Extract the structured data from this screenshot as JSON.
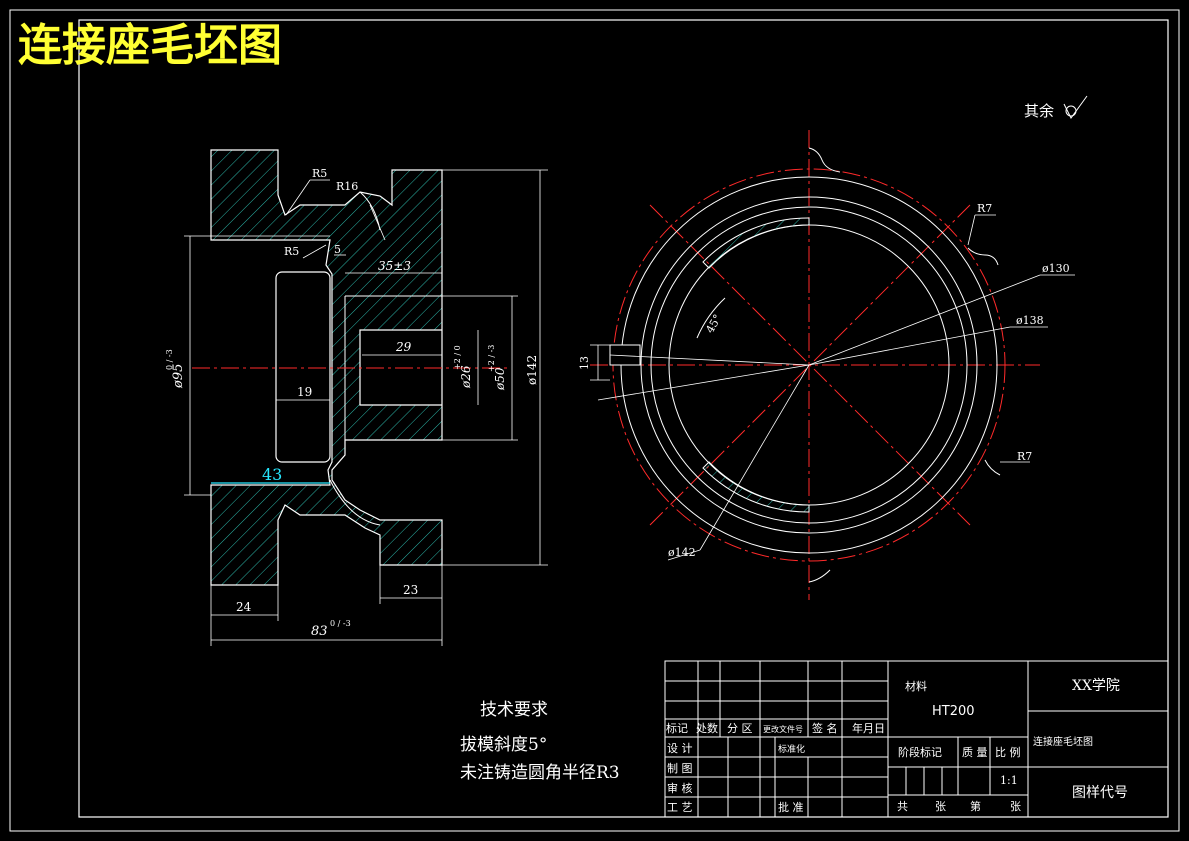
{
  "title": "连接座毛坯图",
  "surface_note": "其余",
  "section_view": {
    "r5_top": "R5",
    "r16": "R16",
    "r5_mid": "R5",
    "dim_5": "5",
    "dim_35": "35±3",
    "dim_29": "29",
    "dim_19": "19",
    "dim_43": "43",
    "dim_24": "24",
    "dim_23": "23",
    "dim_83": "83",
    "dim_83_tol": "0 / -3",
    "dim_95": "ø95",
    "dim_95_tol": "0 / -3",
    "dim_26": "ø26",
    "dim_26_tol": "+2 / 0",
    "dim_50": "ø50",
    "dim_50_tol": "+2 / -3",
    "dim_142": "ø142"
  },
  "plan_view": {
    "r7_top": "R7",
    "r7_bottom": "R7",
    "d130": "ø130",
    "d138": "ø138",
    "d142": "ø142",
    "angle": "45°",
    "dim_13": "13"
  },
  "tech_req": {
    "heading": "技术要求",
    "line1": "拔模斜度5°",
    "line2": "未注铸造圆角半径R3"
  },
  "title_block": {
    "material_label": "材料",
    "material_value": "HT200",
    "school": "XX学院",
    "part_name": "连接座毛坯图",
    "drawing_code": "图样代号",
    "row_labels": [
      "标记",
      "处数",
      "分 区",
      "更改文件号",
      "签 名",
      "年月日"
    ],
    "design": "设 计",
    "standardize": "标准化",
    "drawn": "制 图",
    "review": "审 核",
    "process": "工 艺",
    "approve": "批 准",
    "stage_mark": "阶段标记",
    "weight": "质 量",
    "ratio": "比 例",
    "ratio_value": "1:1",
    "total": "共",
    "sheets": "张",
    "sheet_no": "第",
    "sheet_unit": "张"
  },
  "colors": {
    "background": "#000000",
    "lines": "#ffffff",
    "centerline": "#ff2a2a",
    "hatch": "#2bb5a8",
    "title": "#ffff33",
    "highlight_dim": "#27e8ff"
  }
}
